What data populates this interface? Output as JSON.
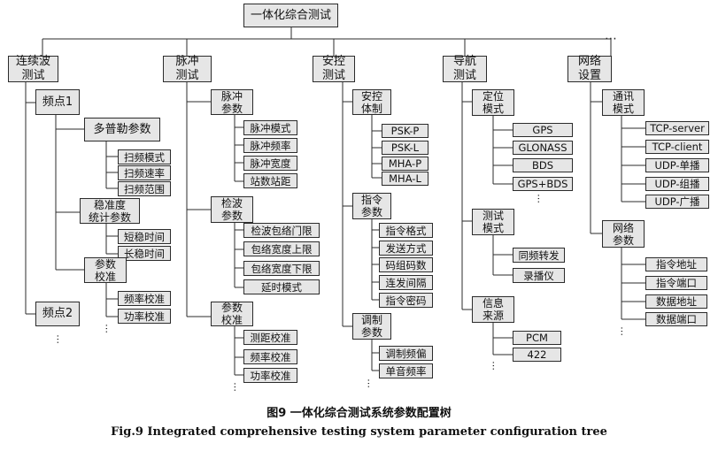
{
  "root": "一体化综合测试",
  "categories": {
    "cw": "连续波\n测试",
    "pulse": "脉冲\n测试",
    "control": "安控\n测试",
    "nav": "导航\n测试",
    "net": "网络\n设置"
  },
  "cw": {
    "freq1": "频点1",
    "freq2": "频点2",
    "doppler": "多普勒参数",
    "doppler_items": [
      "扫频模式",
      "扫频速率",
      "扫频范围"
    ],
    "stability": "稳准度\n统计参数",
    "stability_items": [
      "短稳时间",
      "长稳时间"
    ],
    "calib": "参数\n校准",
    "calib_items": [
      "频率校准",
      "功率校准"
    ]
  },
  "pulse": {
    "params": "脉冲\n参数",
    "params_items": [
      "脉冲模式",
      "脉冲频率",
      "脉冲宽度",
      "站数站距"
    ],
    "detect": "检波\n参数",
    "detect_items": [
      "检波包络门限",
      "包络宽度上限",
      "包络宽度下限",
      "延时模式"
    ],
    "calib": "参数\n校准",
    "calib_items": [
      "测距校准",
      "频率校准",
      "功率校准"
    ]
  },
  "control": {
    "system": "安控\n体制",
    "system_items": [
      "PSK-P",
      "PSK-L",
      "MHA-P",
      "MHA-L"
    ],
    "command": "指令\n参数",
    "command_items": [
      "指令格式",
      "发送方式",
      "码组码数",
      "连发间隔",
      "指令密码"
    ],
    "modulation": "调制\n参数",
    "modulation_items": [
      "调制频偏",
      "单音频率"
    ]
  },
  "nav": {
    "position": "定位\n模式",
    "position_items": [
      "GPS",
      "GLONASS",
      "BDS",
      "GPS+BDS"
    ],
    "test": "测试\n模式",
    "test_items": [
      "同频转发",
      "录播仪"
    ],
    "info": "信息\n来源",
    "info_items": [
      "PCM",
      "422"
    ]
  },
  "net": {
    "comm": "通讯\n模式",
    "comm_items": [
      "TCP-server",
      "TCP-client",
      "UDP-单播",
      "UDP-组播",
      "UDP-广播"
    ],
    "netparams": "网络\n参数",
    "netparams_items": [
      "指令地址",
      "指令端口",
      "数据地址",
      "数据端口"
    ]
  },
  "ellipsis": "⋯",
  "caption_cn": "图9   一体化综合测试系统参数配置树",
  "caption_en": "Fig.9   Integrated comprehensive testing system parameter configuration tree",
  "colors": {
    "box_fill": "#e6e6e6",
    "border": "#2b2b2b"
  }
}
